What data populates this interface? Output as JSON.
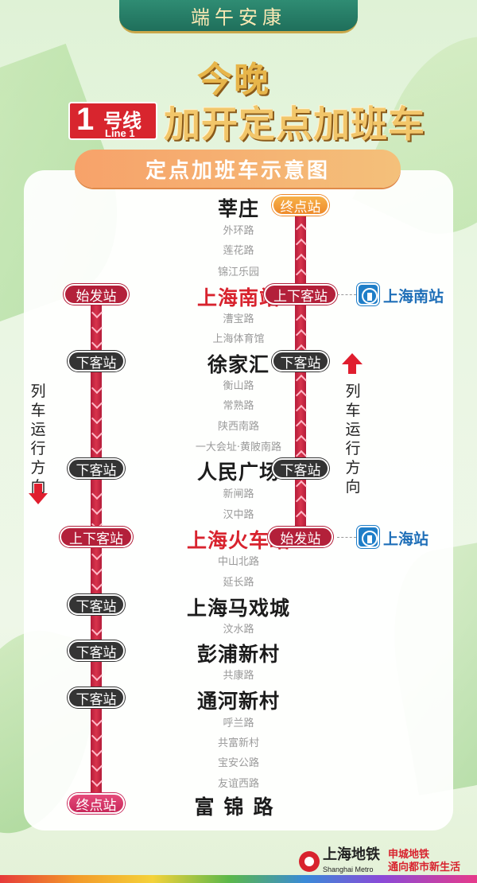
{
  "banner": {
    "text": "端午安康"
  },
  "header": {
    "tonight": "今晚",
    "line_number": "1",
    "line_zh": "号线",
    "line_en": "Line 1",
    "headline": "加开定点加班车",
    "subtitle": "定点加班车示意图"
  },
  "colors": {
    "line_red": "#d8232e",
    "track": "#b51c3a",
    "tag_dark": "#343434",
    "orange": "#ee8a2a",
    "rail_blue": "#1f7ec8"
  },
  "stations": [
    {
      "name": "莘庄",
      "type": "major"
    },
    {
      "name": "外环路",
      "type": "minor"
    },
    {
      "name": "莲花路",
      "type": "minor"
    },
    {
      "name": "锦江乐园",
      "type": "minor"
    },
    {
      "name": "上海南站",
      "type": "major-red"
    },
    {
      "name": "漕宝路",
      "type": "minor"
    },
    {
      "name": "上海体育馆",
      "type": "minor"
    },
    {
      "name": "徐家汇",
      "type": "major"
    },
    {
      "name": "衡山路",
      "type": "minor"
    },
    {
      "name": "常熟路",
      "type": "minor"
    },
    {
      "name": "陕西南路",
      "type": "minor"
    },
    {
      "name": "一大会址·黄陂南路",
      "type": "minor"
    },
    {
      "name": "人民广场",
      "type": "major"
    },
    {
      "name": "新闸路",
      "type": "minor"
    },
    {
      "name": "汉中路",
      "type": "minor"
    },
    {
      "name": "上海火车站",
      "type": "major-red"
    },
    {
      "name": "中山北路",
      "type": "minor"
    },
    {
      "name": "延长路",
      "type": "minor"
    },
    {
      "name": "上海马戏城",
      "type": "major"
    },
    {
      "name": "汶水路",
      "type": "minor"
    },
    {
      "name": "彭浦新村",
      "type": "major"
    },
    {
      "name": "共康路",
      "type": "minor"
    },
    {
      "name": "通河新村",
      "type": "major"
    },
    {
      "name": "呼兰路",
      "type": "minor"
    },
    {
      "name": "共富新村",
      "type": "minor"
    },
    {
      "name": "宝安公路",
      "type": "minor"
    },
    {
      "name": "友谊西路",
      "type": "minor"
    },
    {
      "name": "富锦路",
      "type": "major-terminal"
    }
  ],
  "left_tags": [
    {
      "text": "始发站",
      "style": "red"
    },
    {
      "text": "下客站",
      "style": "dark"
    },
    {
      "text": "下客站",
      "style": "dark"
    },
    {
      "text": "上下客站",
      "style": "red"
    },
    {
      "text": "下客站",
      "style": "dark"
    },
    {
      "text": "下客站",
      "style": "dark"
    },
    {
      "text": "下客站",
      "style": "dark"
    },
    {
      "text": "终点站",
      "style": "pink"
    }
  ],
  "right_tags": [
    {
      "text": "终点站",
      "style": "orange"
    },
    {
      "text": "上下客站",
      "style": "red"
    },
    {
      "text": "下客站",
      "style": "dark"
    },
    {
      "text": "下客站",
      "style": "dark"
    },
    {
      "text": "始发站",
      "style": "red"
    }
  ],
  "direction_label": "列车运行方向",
  "rail_links": [
    {
      "name": "上海南站"
    },
    {
      "name": "上海站"
    }
  ],
  "footer": {
    "brand": "上海地铁",
    "brand_en": "Shanghai Metro",
    "slogan_1": "申城地铁",
    "slogan_2": "通向都市新生活"
  }
}
